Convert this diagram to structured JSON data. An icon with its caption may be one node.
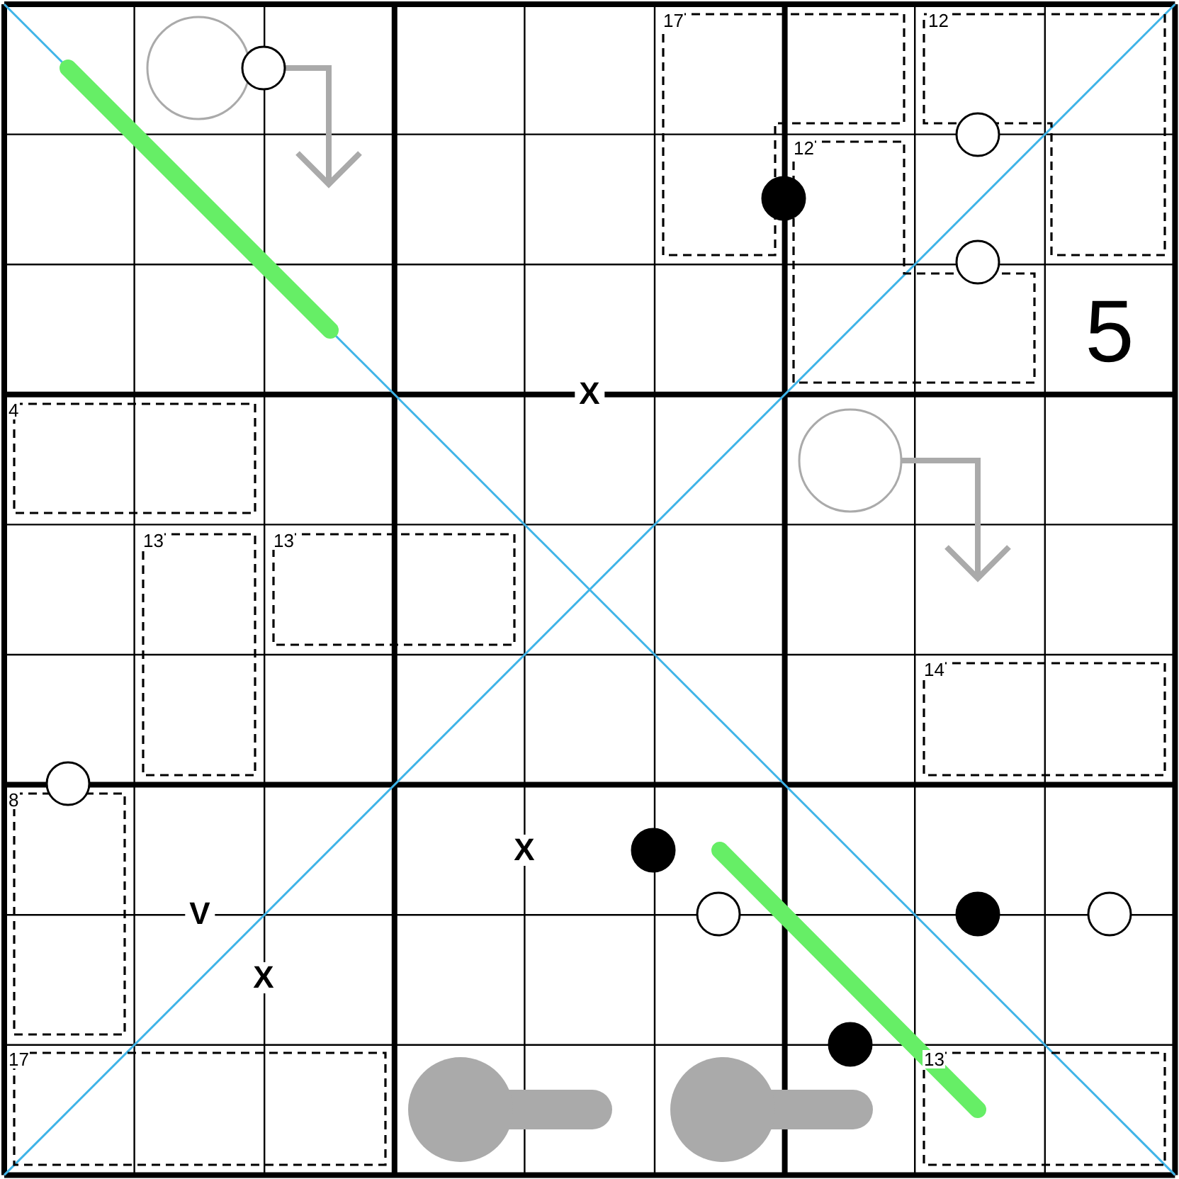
{
  "diagram": {
    "labels": [
      "17",
      "12",
      "12",
      "5",
      "X",
      "4",
      "13",
      "13",
      "14",
      "8",
      "X",
      "V",
      "X",
      "17",
      "13"
    ]
  }
}
